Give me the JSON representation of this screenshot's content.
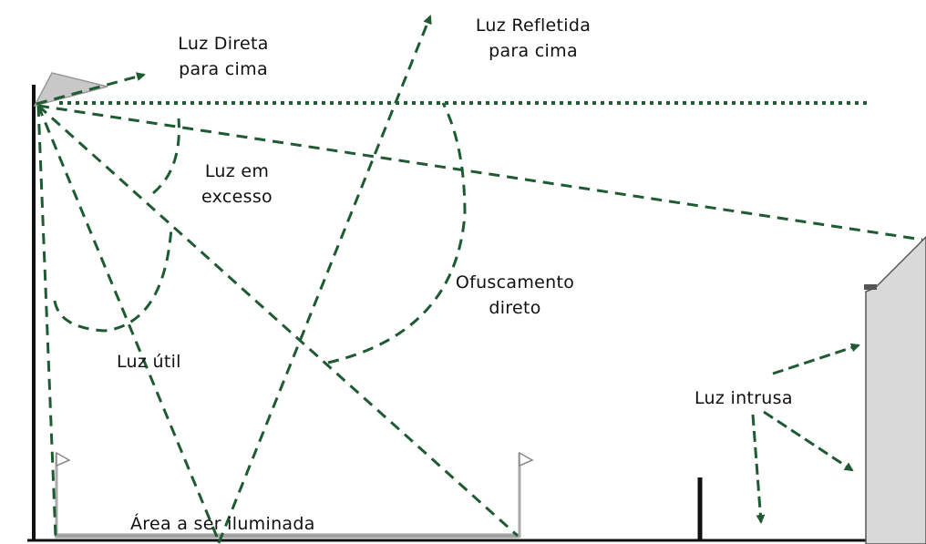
{
  "labels": {
    "direct_up": [
      "Luz Direta",
      "para cima"
    ],
    "reflected_up": [
      "Luz Refletida",
      "para cima"
    ],
    "excess": [
      "Luz em",
      "excesso"
    ],
    "glare": [
      "Ofuscamento",
      "direto"
    ],
    "useful": "Luz útil",
    "intrusive": "Luz intrusa",
    "area": "Área a ser iluminada"
  },
  "colors": {
    "light_ray": "#1e5a32",
    "structure": "#111111",
    "fixture": "#c8c8c8",
    "building": "#d9d9d9",
    "ground_area": "#a0a0a0"
  }
}
